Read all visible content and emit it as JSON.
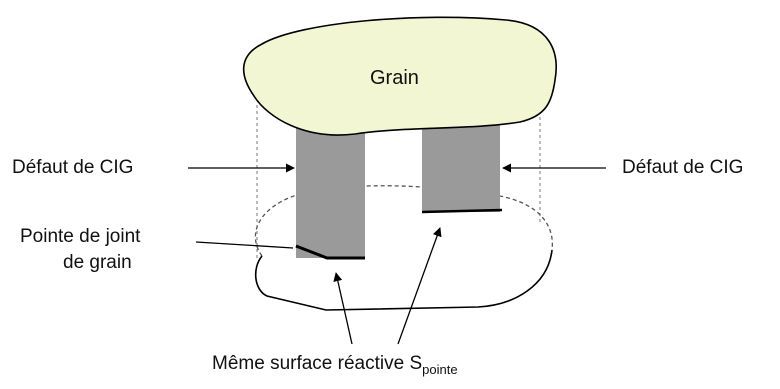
{
  "labels": {
    "grain": "Grain",
    "defect_left": "Défaut de CIG",
    "defect_right": "Défaut de CIG",
    "tip_line1": "Pointe de joint",
    "tip_line2": "de grain",
    "surface_main": "Même surface réactive S",
    "surface_sub": "pointe"
  },
  "colors": {
    "grain_fill": "#f2f6d2",
    "defect_fill": "#9a9a9a",
    "line": "#000000",
    "dashed": "#666666"
  }
}
